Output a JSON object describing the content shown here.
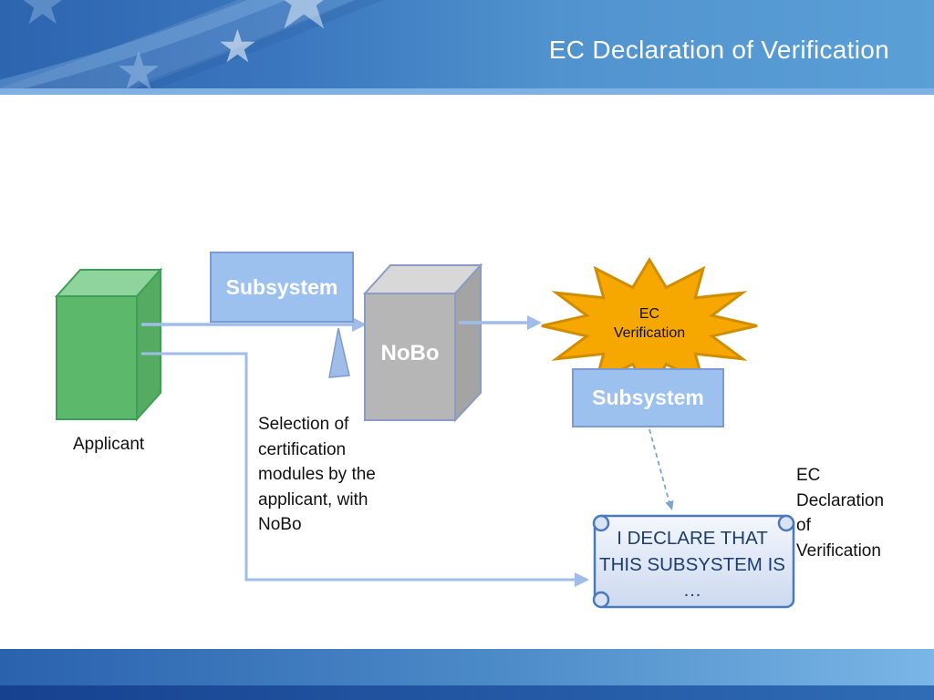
{
  "header": {
    "title": "EC Declaration of Verification"
  },
  "diagram": {
    "applicant": {
      "label": "Applicant"
    },
    "subsystem_top": {
      "label": "Subsystem"
    },
    "nobo": {
      "label": "NoBo"
    },
    "ec_verification": {
      "label": "EC Verification"
    },
    "subsystem_bottom": {
      "label": "Subsystem"
    },
    "scroll": {
      "text": "I DECLARE THAT THIS SUBSYSTEM IS …"
    },
    "selection_note": "Selection of certification modules by the applicant, with NoBo",
    "declaration_note": "EC Declaration of Verification"
  },
  "colors": {
    "header_left": "#2d65af",
    "header_right": "#5b9fd7",
    "header_divider": "#7fb2e2",
    "arrow_blue": "#a0bce9",
    "box_blue_fill": "#9cc1ef",
    "box_blue_border": "#7b9bd2",
    "green_top": "#8fd49c",
    "green_front": "#5cb96b",
    "green_side": "#55ab62",
    "green_border": "#3f9e57",
    "gray_top": "#d8d8d8",
    "gray_front": "#b6b6b6",
    "gray_side": "#a4a4a4",
    "gray_border": "#8b9cc4",
    "star_fill": "#f6a700",
    "star_border": "#d18d00",
    "scroll_border": "#4a78c2",
    "scroll_text_color": "#1c3c6e",
    "dashed_line": "#7ba3d4"
  }
}
